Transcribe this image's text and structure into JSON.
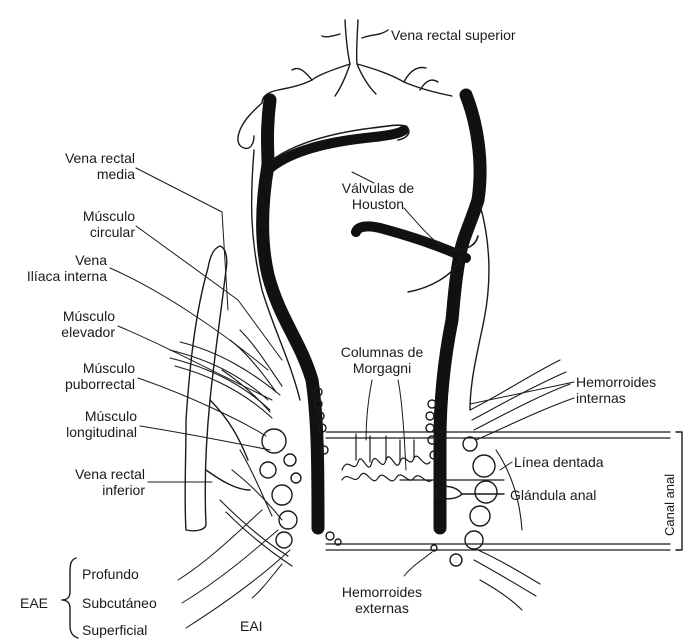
{
  "labels": {
    "vena_rectal_superior": "Vena rectal superior",
    "vena_rectal_media_1": "Vena rectal",
    "vena_rectal_media_2": "media",
    "valvulas_1": "Válvulas de",
    "valvulas_2": "Houston",
    "musculo_circular_1": "Músculo",
    "musculo_circular_2": "circular",
    "vena_iliaca_1": "Vena",
    "vena_iliaca_2": "Ilíaca interna",
    "musculo_elevador_1": "Músculo",
    "musculo_elevador_2": "elevador",
    "musculo_puborrectal_1": "Músculo",
    "musculo_puborrectal_2": "puborrectal",
    "columnas_1": "Columnas de",
    "columnas_2": "Morgagni",
    "hemorroides_internas_1": "Hemorroides",
    "hemorroides_internas_2": "internas",
    "musculo_longitudinal_1": "Músculo",
    "musculo_longitudinal_2": "longitudinal",
    "linea_dentada": "Línea dentada",
    "vena_rectal_inferior_1": "Vena rectal",
    "vena_rectal_inferior_2": "inferior",
    "glandula_anal": "Glándula anal",
    "canal_anal": "Canal anal",
    "profundo": "Profundo",
    "subcutaneo": "Subcutáneo",
    "superficial": "Superficial",
    "eae": "EAE",
    "eai": "EAI",
    "hemorroides_externas_1": "Hemorroides",
    "hemorroides_externas_2": "externas"
  }
}
